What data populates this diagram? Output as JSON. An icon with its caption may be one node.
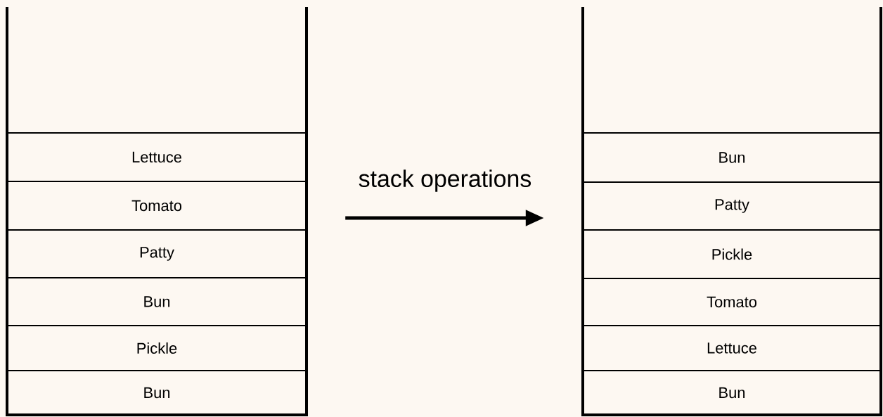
{
  "diagram": {
    "nodes": [
      {
        "text": [],
        "shape": "box"
      },
      {
        "text": [
          "Lettuce"
        ],
        "in": 0
      },
      {
        "text": [
          "Tomato"
        ],
        "in": 0
      },
      {
        "text": [
          "Patty"
        ],
        "in": 0
      },
      {
        "text": [
          "Bun"
        ],
        "in": 0
      },
      {
        "text": [
          "Pickle"
        ],
        "in": 0
      },
      {
        "text": [
          "Bun"
        ],
        "in": 0
      },
      {
        "text": [],
        "shape": "box"
      },
      {
        "text": [
          "Bun"
        ],
        "in": 7
      },
      {
        "text": [
          "Patty"
        ],
        "in": 7
      },
      {
        "text": [
          "Pickle"
        ],
        "in": 7
      },
      {
        "text": [
          "Tomato"
        ],
        "in": 7
      },
      {
        "text": [
          "Lettuce"
        ],
        "in": 7
      },
      {
        "text": [
          "Bun"
        ],
        "in": 7
      }
    ],
    "edges": [
      {
        "from": 0,
        "to": 7,
        "arrow": "to",
        "label": "stack operations"
      }
    ]
  }
}
